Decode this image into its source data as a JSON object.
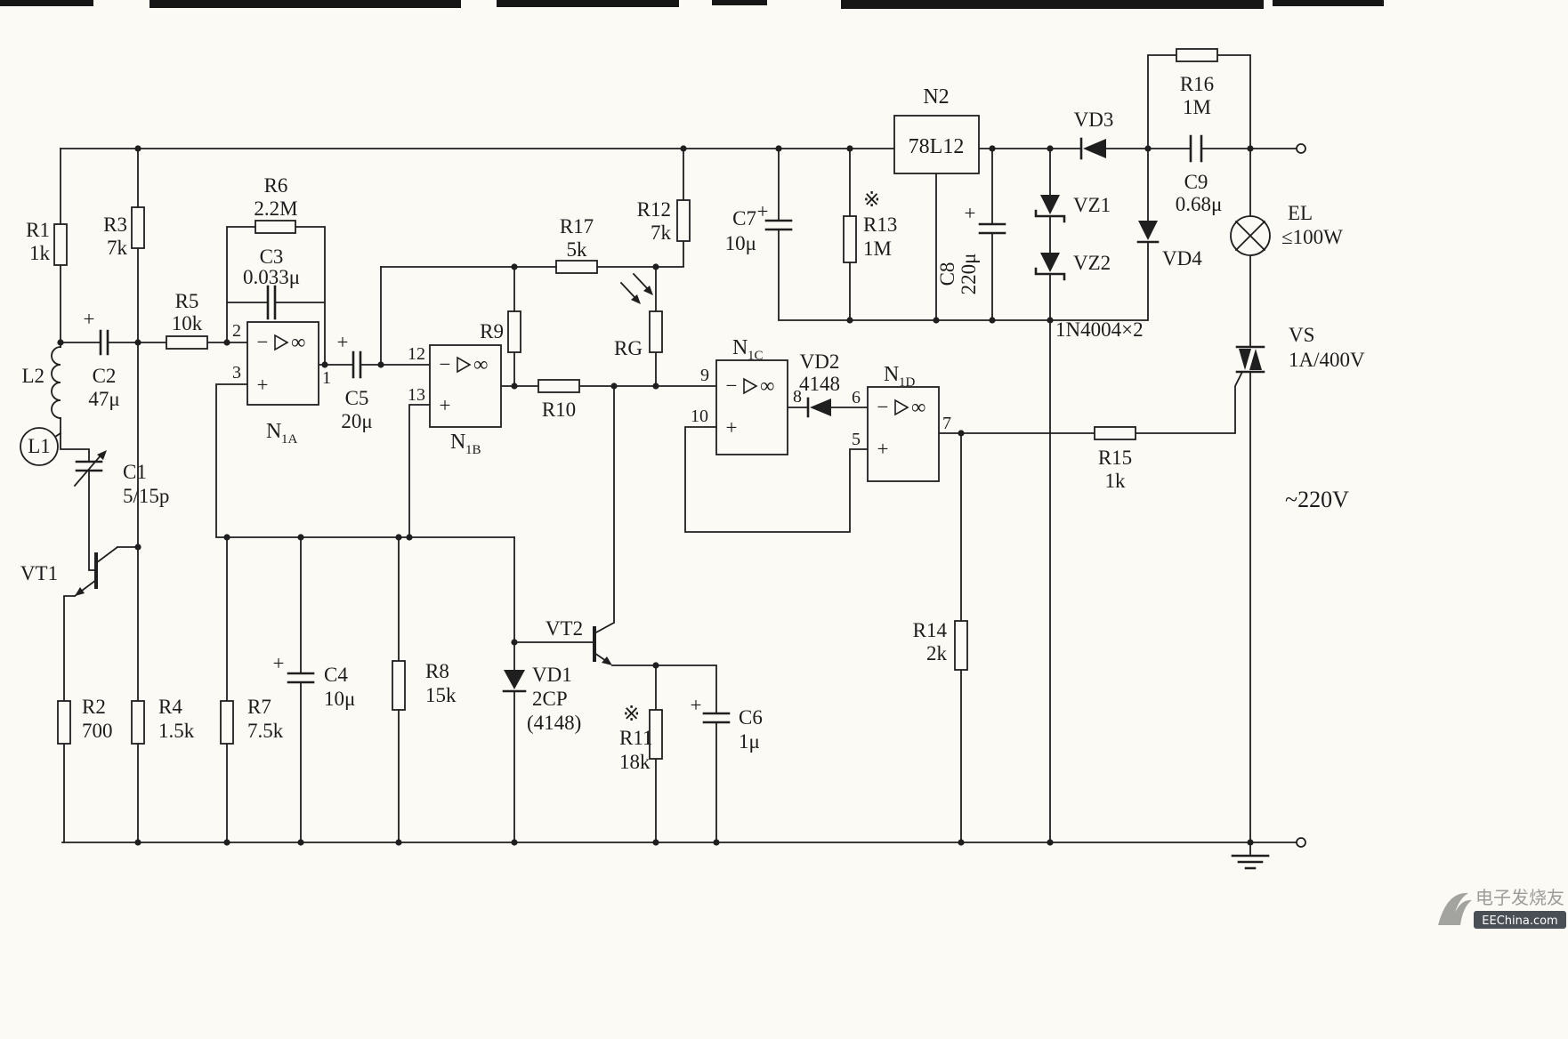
{
  "sym": {
    "plus": "+",
    "star": "※",
    "minus": "−",
    "inf": "∞"
  },
  "pins": {
    "n1a": [
      "2",
      "3",
      "1"
    ],
    "n1b": [
      "12",
      "13"
    ],
    "n1c": [
      "9",
      "10",
      "8"
    ],
    "n1d": [
      "6",
      "5",
      "7"
    ]
  },
  "comp": {
    "R1": {
      "n": "R1",
      "v": "1k"
    },
    "R2": {
      "n": "R2",
      "v": "700"
    },
    "R3": {
      "n": "R3",
      "v": "7k"
    },
    "R4": {
      "n": "R4",
      "v": "1.5k"
    },
    "R5": {
      "n": "R5",
      "v": "10k"
    },
    "R6": {
      "n": "R6",
      "v": "2.2M"
    },
    "R7": {
      "n": "R7",
      "v": "7.5k"
    },
    "R8": {
      "n": "R8",
      "v": "15k"
    },
    "R9": {
      "n": "R9"
    },
    "R10": {
      "n": "R10"
    },
    "R11": {
      "n": "R11",
      "v": "18k"
    },
    "R12": {
      "n": "R12",
      "v": "7k"
    },
    "R13": {
      "n": "R13",
      "v": "1M"
    },
    "R14": {
      "n": "R14",
      "v": "2k"
    },
    "R15": {
      "n": "R15",
      "v": "1k"
    },
    "R16": {
      "n": "R16",
      "v": "1M"
    },
    "R17": {
      "n": "R17",
      "v": "5k"
    },
    "RG": {
      "n": "RG"
    },
    "C1": {
      "n": "C1",
      "v": "5/15p"
    },
    "C2": {
      "n": "C2",
      "v": "47μ"
    },
    "C3": {
      "n": "C3",
      "v": "0.033μ"
    },
    "C4": {
      "n": "C4",
      "v": "10μ"
    },
    "C5": {
      "n": "C5",
      "v": "20μ"
    },
    "C6": {
      "n": "C6",
      "v": "1μ"
    },
    "C7": {
      "n": "C7",
      "v": "10μ"
    },
    "C8": {
      "n": "C8",
      "v": "220μ"
    },
    "C9": {
      "n": "C9",
      "v": "0.68μ"
    },
    "L1": {
      "n": "L1"
    },
    "L2": {
      "n": "L2"
    },
    "VT1": {
      "n": "VT1"
    },
    "VT2": {
      "n": "VT2"
    },
    "VD1": {
      "n": "VD1",
      "v": "2CP",
      "v2": "(4148)"
    },
    "VD2": {
      "n": "VD2",
      "v": "4148"
    },
    "VD3": {
      "n": "VD3"
    },
    "VD4": {
      "n": "VD4"
    },
    "VZ1": {
      "n": "VZ1"
    },
    "VZ2": {
      "n": "VZ2"
    },
    "N1A": {
      "n": "N",
      "s": "1A"
    },
    "N1B": {
      "n": "N",
      "s": "1B"
    },
    "N1C": {
      "n": "N",
      "s": "1C"
    },
    "N1D": {
      "n": "N",
      "s": "1D"
    },
    "N2": {
      "n": "N2",
      "v": "78L12"
    },
    "EL": {
      "n": "EL",
      "v": "≤100W"
    },
    "VS": {
      "n": "VS",
      "v": "1A/400V"
    }
  },
  "notes": {
    "rectifier": "1N4004×2",
    "mains": "~220V"
  },
  "watermark": {
    "brand": "电子发烧友",
    "site": "EEChina.com"
  }
}
